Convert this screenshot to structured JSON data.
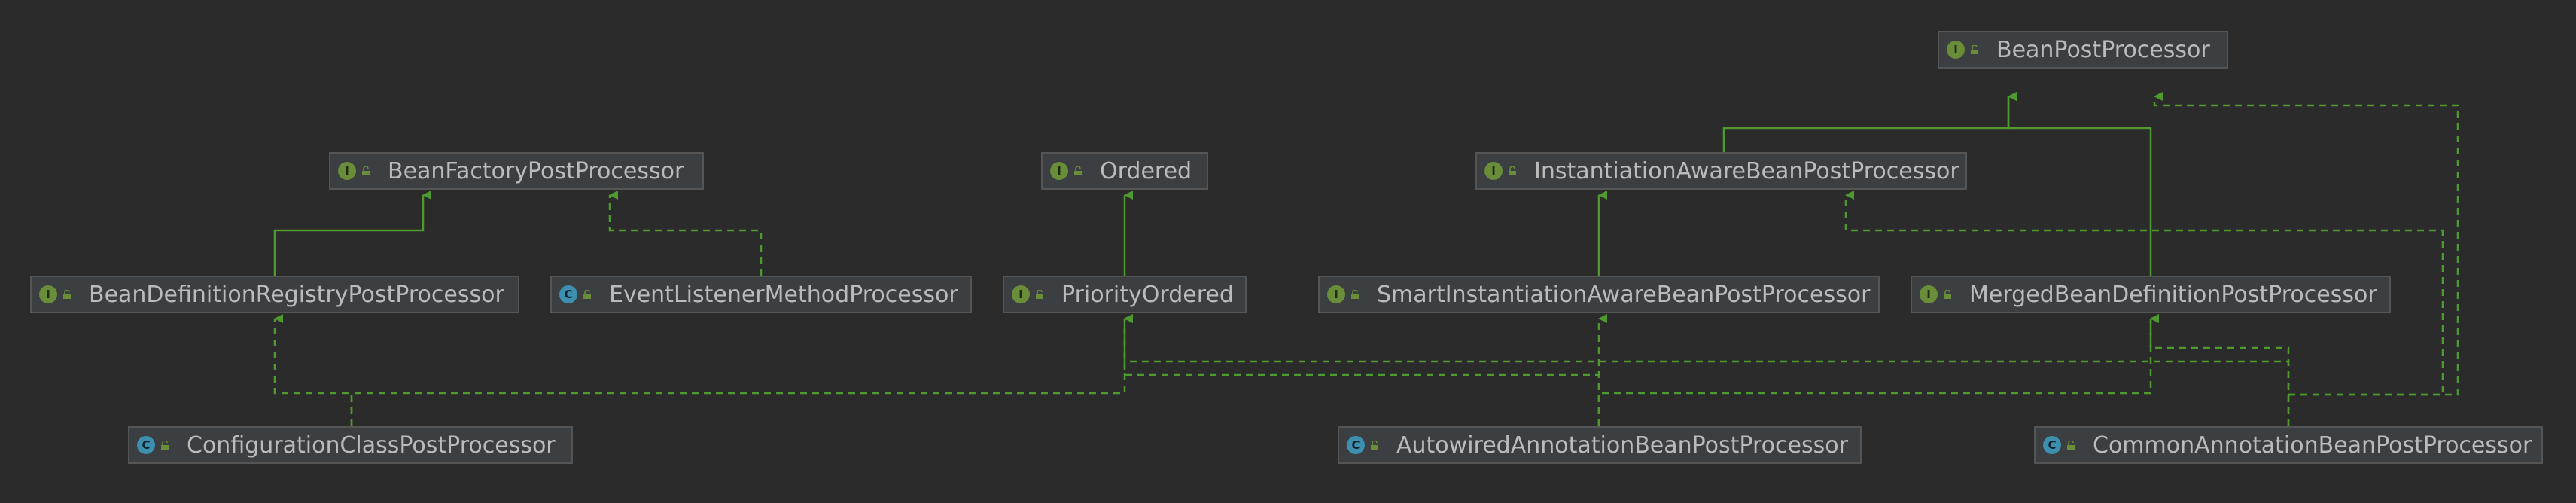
{
  "colors": {
    "background": "#2b2b2b",
    "node_fill": "#3c3f41",
    "node_border": "#555555",
    "text": "#bbbbbb",
    "edge": "#4e9a2e",
    "interface_badge": "#6a8d3a",
    "class_badge": "#3d8fb0"
  },
  "nodes": {
    "bean_post_processor": {
      "label": "BeanPostProcessor",
      "badge": "I",
      "kind": "interface"
    },
    "bean_factory_post_processor": {
      "label": "BeanFactoryPostProcessor",
      "badge": "I",
      "kind": "interface"
    },
    "ordered": {
      "label": "Ordered",
      "badge": "I",
      "kind": "interface"
    },
    "instantiation_aware": {
      "label": "InstantiationAwareBeanPostProcessor",
      "badge": "I",
      "kind": "interface"
    },
    "bean_definition_registry": {
      "label": "BeanDefinitionRegistryPostProcessor",
      "badge": "I",
      "kind": "interface"
    },
    "event_listener_method": {
      "label": "EventListenerMethodProcessor",
      "badge": "C",
      "kind": "class"
    },
    "priority_ordered": {
      "label": "PriorityOrdered",
      "badge": "I",
      "kind": "interface"
    },
    "smart_instantiation_aware": {
      "label": "SmartInstantiationAwareBeanPostProcessor",
      "badge": "I",
      "kind": "interface"
    },
    "merged_bean_definition": {
      "label": "MergedBeanDefinitionPostProcessor",
      "badge": "I",
      "kind": "interface"
    },
    "configuration_class": {
      "label": "ConfigurationClassPostProcessor",
      "badge": "C",
      "kind": "class"
    },
    "autowired_annotation": {
      "label": "AutowiredAnnotationBeanPostProcessor",
      "badge": "C",
      "kind": "class"
    },
    "common_annotation": {
      "label": "CommonAnnotationBeanPostProcessor",
      "badge": "C",
      "kind": "class"
    }
  },
  "edges": [
    {
      "from": "instantiation_aware",
      "to": "bean_post_processor",
      "relation": "extends"
    },
    {
      "from": "merged_bean_definition",
      "to": "bean_post_processor",
      "relation": "extends"
    },
    {
      "from": "common_annotation",
      "to": "bean_post_processor",
      "relation": "implements"
    },
    {
      "from": "bean_definition_registry",
      "to": "bean_factory_post_processor",
      "relation": "extends"
    },
    {
      "from": "event_listener_method",
      "to": "bean_factory_post_processor",
      "relation": "implements"
    },
    {
      "from": "priority_ordered",
      "to": "ordered",
      "relation": "extends"
    },
    {
      "from": "smart_instantiation_aware",
      "to": "instantiation_aware",
      "relation": "extends"
    },
    {
      "from": "common_annotation",
      "to": "instantiation_aware",
      "relation": "implements"
    },
    {
      "from": "configuration_class",
      "to": "bean_definition_registry",
      "relation": "implements"
    },
    {
      "from": "configuration_class",
      "to": "priority_ordered",
      "relation": "implements"
    },
    {
      "from": "autowired_annotation",
      "to": "priority_ordered",
      "relation": "implements"
    },
    {
      "from": "common_annotation",
      "to": "priority_ordered",
      "relation": "implements"
    },
    {
      "from": "autowired_annotation",
      "to": "smart_instantiation_aware",
      "relation": "implements"
    },
    {
      "from": "autowired_annotation",
      "to": "merged_bean_definition",
      "relation": "implements"
    },
    {
      "from": "common_annotation",
      "to": "merged_bean_definition",
      "relation": "implements"
    }
  ]
}
